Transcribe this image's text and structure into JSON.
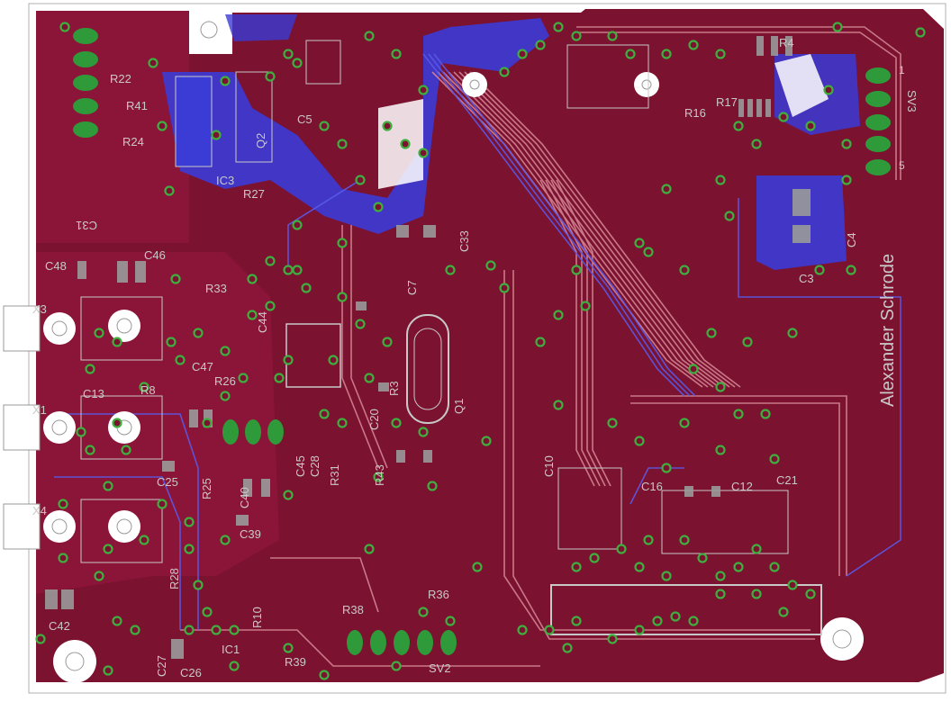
{
  "colors": {
    "board": "#7a1230",
    "copper_top": "#8b1538",
    "copper_bottom": "#3b3bd6",
    "trace_light": "#d98a98",
    "silk": "#c8c8c8",
    "pad_green": "#2f9a3a",
    "via_ring": "#3fae3f",
    "white": "#ffffff"
  },
  "author": "Alexander Schrode",
  "labels": [
    {
      "id": "r22",
      "text": "R22"
    },
    {
      "id": "r24",
      "text": "R24"
    },
    {
      "id": "ic3",
      "text": "IC3"
    },
    {
      "id": "c5",
      "text": "C5"
    },
    {
      "id": "q2",
      "text": "Q2"
    },
    {
      "id": "r4",
      "text": "R4"
    },
    {
      "id": "r16",
      "text": "R16"
    },
    {
      "id": "r17",
      "text": "R17"
    },
    {
      "id": "c4",
      "text": "C4"
    },
    {
      "id": "c3",
      "text": "C3"
    },
    {
      "id": "c33",
      "text": "C33"
    },
    {
      "id": "c46",
      "text": "C46"
    },
    {
      "id": "c48",
      "text": "C48"
    },
    {
      "id": "r33",
      "text": "R33"
    },
    {
      "id": "c44",
      "text": "C44"
    },
    {
      "id": "x3",
      "text": "X3"
    },
    {
      "id": "x1",
      "text": "X1"
    },
    {
      "id": "x4",
      "text": "X4"
    },
    {
      "id": "r8",
      "text": "R8"
    },
    {
      "id": "c47",
      "text": "C47"
    },
    {
      "id": "r26",
      "text": "R26"
    },
    {
      "id": "c13",
      "text": "C13"
    },
    {
      "id": "c7",
      "text": "C7"
    },
    {
      "id": "r3",
      "text": "R3"
    },
    {
      "id": "q1",
      "text": "Q1"
    },
    {
      "id": "c20",
      "text": "C20"
    },
    {
      "id": "c45",
      "text": "C45"
    },
    {
      "id": "c28",
      "text": "C28"
    },
    {
      "id": "r31",
      "text": "R31"
    },
    {
      "id": "r43",
      "text": "R43"
    },
    {
      "id": "c40",
      "text": "C40"
    },
    {
      "id": "c25",
      "text": "C25"
    },
    {
      "id": "c39",
      "text": "C39"
    },
    {
      "id": "r25",
      "text": "R25"
    },
    {
      "id": "c12",
      "text": "C12"
    },
    {
      "id": "c21",
      "text": "C21"
    },
    {
      "id": "c16",
      "text": "C16"
    },
    {
      "id": "c10",
      "text": "C10"
    },
    {
      "id": "r28",
      "text": "R28"
    },
    {
      "id": "c42",
      "text": "C42"
    },
    {
      "id": "r10",
      "text": "R10"
    },
    {
      "id": "ic1",
      "text": "IC1"
    },
    {
      "id": "c26",
      "text": "C26"
    },
    {
      "id": "c27",
      "text": "C27"
    },
    {
      "id": "r38",
      "text": "R38"
    },
    {
      "id": "r36",
      "text": "R36"
    },
    {
      "id": "r39",
      "text": "R39"
    },
    {
      "id": "sv2",
      "text": "SV2"
    },
    {
      "id": "sv3",
      "text": "SV3"
    },
    {
      "id": "r41",
      "text": "R41"
    },
    {
      "id": "r27",
      "text": "R27"
    },
    {
      "id": "c31",
      "text": "C31"
    },
    {
      "id": "pin5",
      "text": "5"
    },
    {
      "id": "pin1",
      "text": "1"
    }
  ]
}
